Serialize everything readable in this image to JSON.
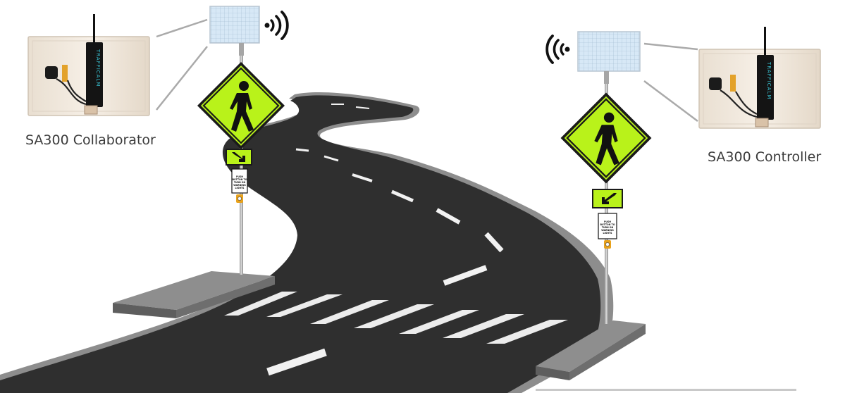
{
  "labels": {
    "collaborator": "SA300 Collaborator",
    "controller": "SA300 Controller"
  },
  "brand": "TRAFFICALM",
  "push_sign_lines": [
    "PUSH",
    "BUTTON TO",
    "TURN ON",
    "WARNING",
    "LIGHTS"
  ],
  "icons": {
    "transmit": "wireless-signal-right-icon",
    "receive": "wireless-signal-left-icon",
    "pedestrian": "pedestrian-crossing-icon",
    "arrow": "diagonal-arrow-icon"
  },
  "colors": {
    "sign_fluorescent": "#b9f21a",
    "road": "#2f2f2f",
    "curb": "#8c8c8c",
    "solar_panel": "#d5e6f5",
    "cabinet": "#f1e8dc",
    "controller_box": "#141414",
    "label_text": "#3a3a3a"
  }
}
